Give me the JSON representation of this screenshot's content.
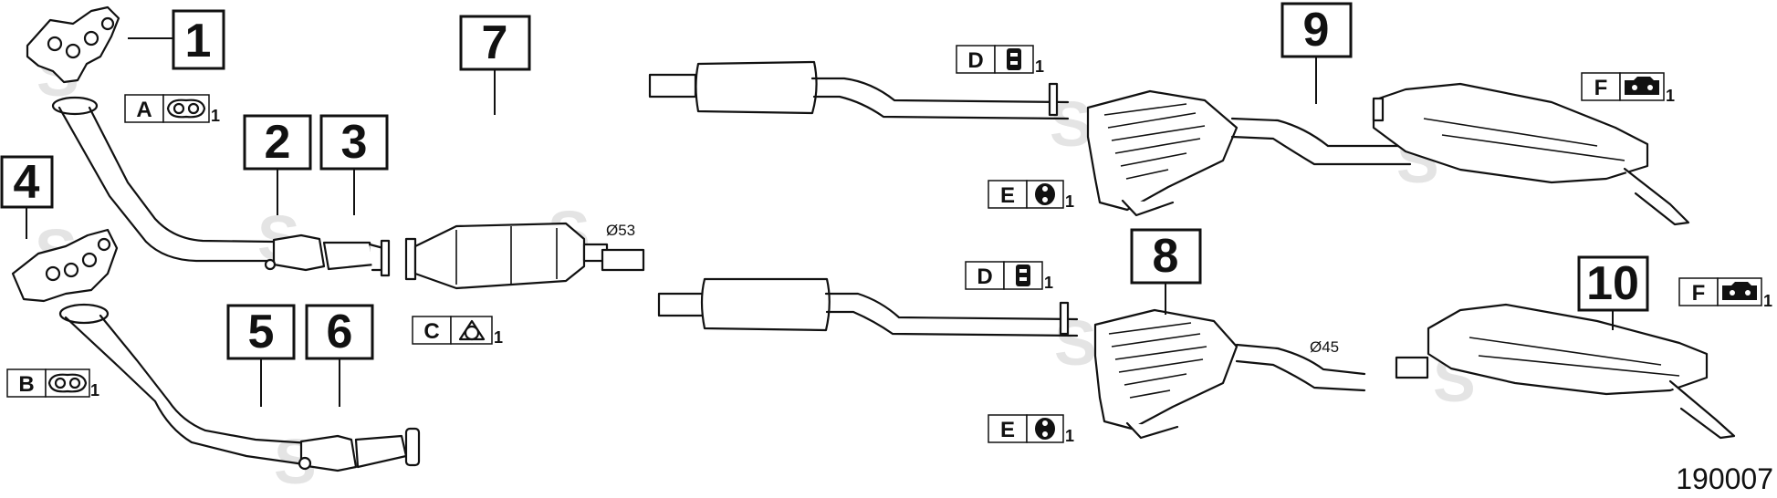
{
  "diagram_id": "190007",
  "watermark": "S",
  "callouts": [
    "1",
    "2",
    "3",
    "4",
    "5",
    "6",
    "7",
    "8",
    "9",
    "10"
  ],
  "tags": {
    "A": {
      "letter": "A",
      "qty": "1",
      "icon": "gasket-two-hole-icon"
    },
    "B": {
      "letter": "B",
      "qty": "1",
      "icon": "gasket-two-hole-icon"
    },
    "C": {
      "letter": "C",
      "qty": "1",
      "icon": "gasket-ring-icon"
    },
    "D1": {
      "letter": "D",
      "qty": "1",
      "icon": "rubber-hanger-icon"
    },
    "D2": {
      "letter": "D",
      "qty": "1",
      "icon": "rubber-hanger-icon"
    },
    "E1": {
      "letter": "E",
      "qty": "1",
      "icon": "rubber-mount-icon"
    },
    "E2": {
      "letter": "E",
      "qty": "1",
      "icon": "rubber-mount-icon"
    },
    "F1": {
      "letter": "F",
      "qty": "1",
      "icon": "hanger-strap-icon"
    },
    "F2": {
      "letter": "F",
      "qty": "1",
      "icon": "hanger-strap-icon"
    }
  },
  "dimensions": {
    "d53": "Ø53",
    "d45": "Ø45"
  }
}
